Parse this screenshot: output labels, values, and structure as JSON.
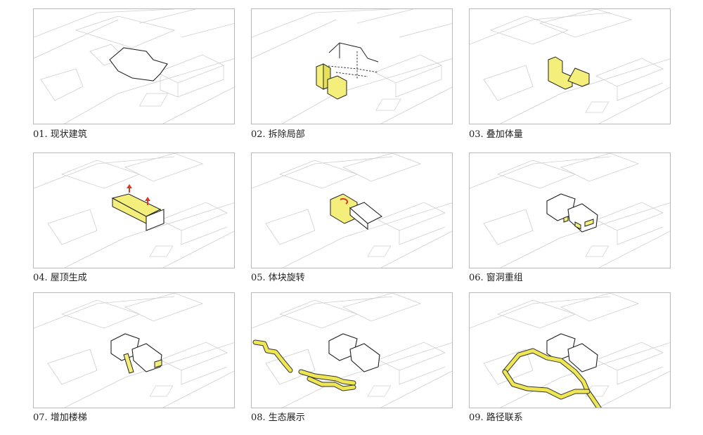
{
  "panels": [
    {
      "caption": "01. 现状建筑"
    },
    {
      "caption": "02. 拆除局部"
    },
    {
      "caption": "03. 叠加体量"
    },
    {
      "caption": "04. 屋顶生成"
    },
    {
      "caption": "05. 体块旋转"
    },
    {
      "caption": "06. 窗洞重组"
    },
    {
      "caption": "07. 增加楼梯"
    },
    {
      "caption": "08. 生态展示"
    },
    {
      "caption": "09. 路径联系"
    }
  ],
  "colors": {
    "highlight": "#f4ef7a",
    "arrow": "#d83a2a",
    "frame": "#b9b9b9"
  }
}
